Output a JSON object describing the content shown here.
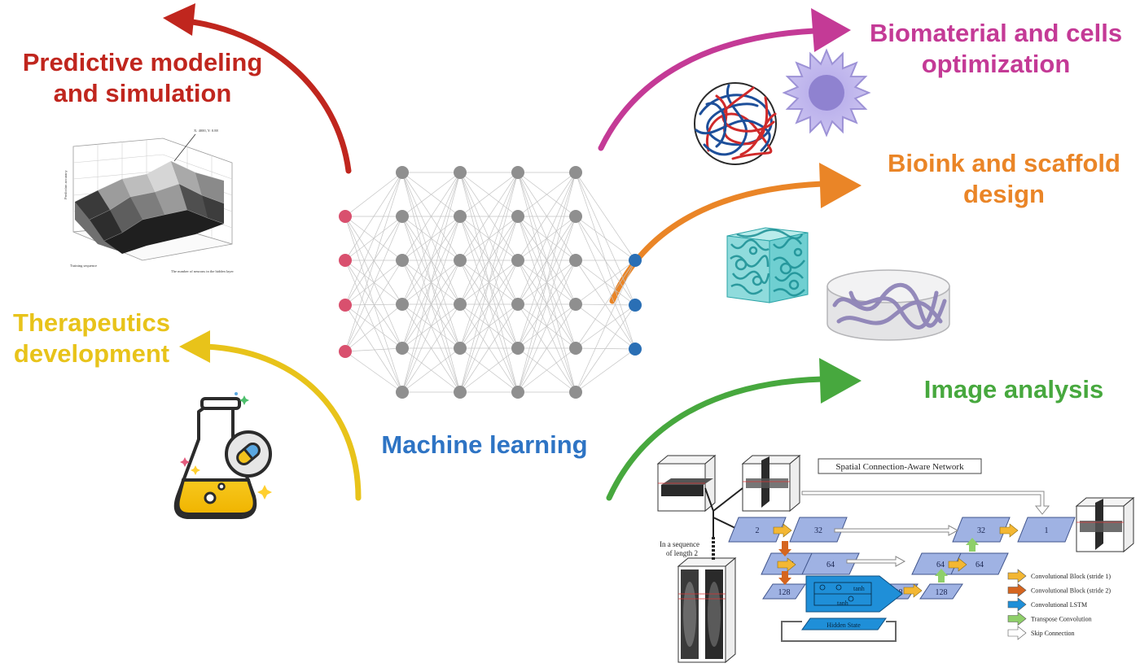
{
  "labels": {
    "predictive": [
      "Predictive modeling",
      "and simulation"
    ],
    "therapeutics": [
      "Therapeutics",
      "development"
    ],
    "machine_learning": "Machine learning",
    "biomaterial": [
      "Biomaterial and cells",
      "optimization"
    ],
    "bioink": [
      "Bioink and scaffold",
      "design"
    ],
    "image_analysis": "Image analysis"
  },
  "colors": {
    "predictive": "#c0261e",
    "therapeutics": "#e8c31a",
    "machine_learning": "#2e74c4",
    "biomaterial": "#c43a96",
    "bioink": "#ea8527",
    "image_analysis": "#47a83e",
    "input_node": "#d9506e",
    "hidden_node": "#8f8f8f",
    "output_node": "#2a6fb5"
  },
  "network": {
    "input_nodes": 4,
    "hidden_layers": 4,
    "hidden_nodes_per_layer": 6,
    "output_nodes": 3
  },
  "surface_plot": {
    "annotation": "X: 4000, Y: 0.88",
    "z_label": "Prediction accuracy",
    "x_label": "Training sequence",
    "y_label": "The number of neurons in the hidden layer"
  },
  "scan_network": {
    "title": "Spatial Connection-Aware Network",
    "sequence_note": [
      "In a sequence",
      "of length 2"
    ],
    "blocks": [
      "2",
      "32",
      "64",
      "64",
      "128",
      "128",
      "128",
      "64",
      "64",
      "32",
      "1"
    ],
    "lstm_inner": [
      "tanh",
      "tanh"
    ],
    "hidden_state": "Hidden State",
    "legend": [
      {
        "label": "Convolutional Block (stride 1)",
        "color": "#f3b733"
      },
      {
        "label": "Convolutional Block (stride 2)",
        "color": "#d5651f"
      },
      {
        "label": "Convolutional LSTM",
        "color": "#1f8fd8"
      },
      {
        "label": "Transpose Convolution",
        "color": "#8fcf6a"
      },
      {
        "label": "Skip Connection",
        "color": "#ffffff"
      }
    ]
  }
}
